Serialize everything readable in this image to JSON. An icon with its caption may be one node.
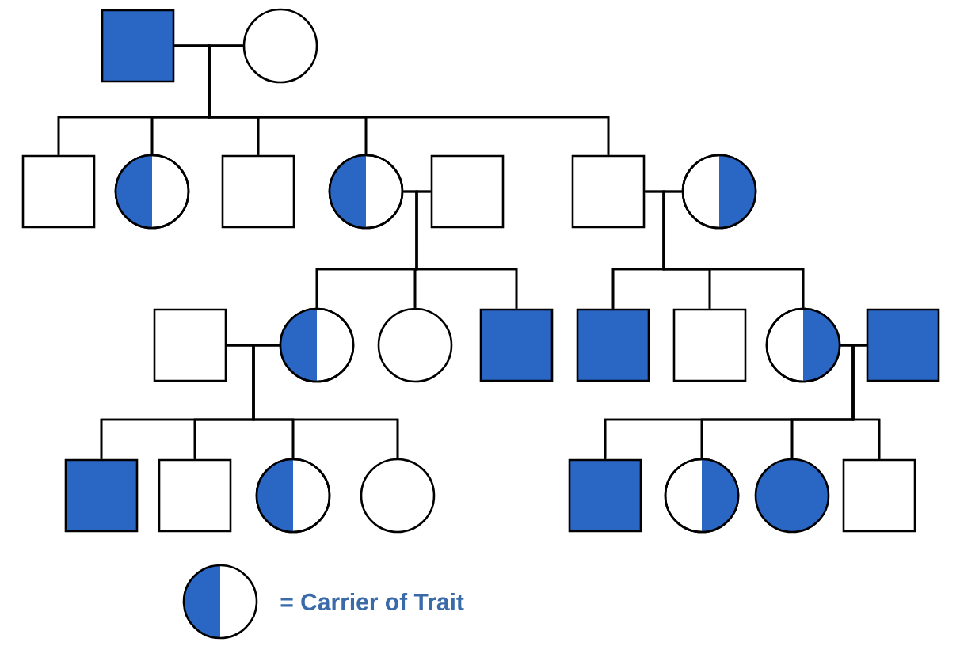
{
  "diagram": {
    "nodes": [
      {
        "text": [],
        "shape": "box"
      },
      {
        "text": [],
        "shape": "circle"
      },
      {
        "text": [],
        "shape": "box"
      },
      {
        "text": [],
        "shape": "circle"
      },
      {
        "text": [],
        "shape": "box"
      },
      {
        "text": [],
        "shape": "circle"
      },
      {
        "text": [],
        "shape": "box"
      },
      {
        "text": [],
        "shape": "box"
      },
      {
        "text": [],
        "shape": "circle"
      },
      {
        "text": [],
        "shape": "box"
      },
      {
        "text": [],
        "shape": "circle"
      },
      {
        "text": [],
        "shape": "circle"
      },
      {
        "text": [],
        "shape": "box"
      },
      {
        "text": [],
        "shape": "box"
      },
      {
        "text": [],
        "shape": "box"
      },
      {
        "text": [],
        "shape": "circle"
      },
      {
        "text": [],
        "shape": "box"
      },
      {
        "text": [],
        "shape": "box"
      },
      {
        "text": [],
        "shape": "box"
      },
      {
        "text": [],
        "shape": "circle"
      },
      {
        "text": [],
        "shape": "circle"
      },
      {
        "text": [],
        "shape": "box"
      },
      {
        "text": [],
        "shape": "circle"
      },
      {
        "text": [],
        "shape": "circle"
      },
      {
        "text": [],
        "shape": "box"
      }
    ],
    "edges": [
      {
        "from": 0,
        "to": 1,
        "arrow": "none"
      },
      {
        "from": 0,
        "to": 2,
        "arrow": "none"
      },
      {
        "from": 1,
        "to": 2,
        "arrow": "none"
      },
      {
        "from": 0,
        "to": 3,
        "arrow": "none"
      },
      {
        "from": 1,
        "to": 3,
        "arrow": "none"
      },
      {
        "from": 0,
        "to": 4,
        "arrow": "none"
      },
      {
        "from": 1,
        "to": 4,
        "arrow": "none"
      },
      {
        "from": 0,
        "to": 5,
        "arrow": "none"
      },
      {
        "from": 1,
        "to": 5,
        "arrow": "none"
      },
      {
        "from": 0,
        "to": 7,
        "arrow": "none"
      },
      {
        "from": 1,
        "to": 7,
        "arrow": "none"
      },
      {
        "from": 5,
        "to": 6,
        "arrow": "none"
      },
      {
        "from": 7,
        "to": 8,
        "arrow": "none"
      },
      {
        "from": 5,
        "to": 10,
        "arrow": "none"
      },
      {
        "from": 6,
        "to": 10,
        "arrow": "none"
      },
      {
        "from": 5,
        "to": 11,
        "arrow": "none"
      },
      {
        "from": 6,
        "to": 11,
        "arrow": "none"
      },
      {
        "from": 5,
        "to": 12,
        "arrow": "none"
      },
      {
        "from": 6,
        "to": 12,
        "arrow": "none"
      },
      {
        "from": 7,
        "to": 13,
        "arrow": "none"
      },
      {
        "from": 8,
        "to": 13,
        "arrow": "none"
      },
      {
        "from": 7,
        "to": 14,
        "arrow": "none"
      },
      {
        "from": 8,
        "to": 14,
        "arrow": "none"
      },
      {
        "from": 7,
        "to": 15,
        "arrow": "none"
      },
      {
        "from": 8,
        "to": 15,
        "arrow": "none"
      },
      {
        "from": 9,
        "to": 10,
        "arrow": "none"
      },
      {
        "from": 15,
        "to": 16,
        "arrow": "none"
      },
      {
        "from": 9,
        "to": 17,
        "arrow": "none"
      },
      {
        "from": 10,
        "to": 17,
        "arrow": "none"
      },
      {
        "from": 9,
        "to": 18,
        "arrow": "none"
      },
      {
        "from": 10,
        "to": 18,
        "arrow": "none"
      },
      {
        "from": 9,
        "to": 19,
        "arrow": "none"
      },
      {
        "from": 10,
        "to": 19,
        "arrow": "none"
      },
      {
        "from": 9,
        "to": 20,
        "arrow": "none"
      },
      {
        "from": 10,
        "to": 20,
        "arrow": "none"
      },
      {
        "from": 15,
        "to": 21,
        "arrow": "none"
      },
      {
        "from": 16,
        "to": 21,
        "arrow": "none"
      },
      {
        "from": 15,
        "to": 22,
        "arrow": "none"
      },
      {
        "from": 16,
        "to": 22,
        "arrow": "none"
      },
      {
        "from": 15,
        "to": 23,
        "arrow": "none"
      },
      {
        "from": 16,
        "to": 23,
        "arrow": "none"
      },
      {
        "from": 15,
        "to": 24,
        "arrow": "none"
      },
      {
        "from": 16,
        "to": 24,
        "arrow": "none"
      }
    ],
    "legend": [
      {
        "text": "= Carrier of Trait"
      }
    ]
  }
}
